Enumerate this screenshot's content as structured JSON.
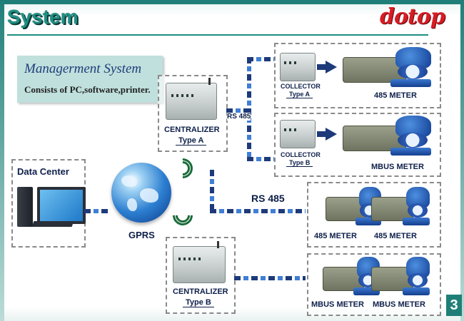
{
  "page": {
    "title": "System",
    "logo": "dotop",
    "page_number": "3"
  },
  "management": {
    "heading": "Managerment System",
    "description": "Consists of PC,software,printer."
  },
  "data_center": {
    "label": "Data Center"
  },
  "gprs": {
    "label": "GPRS"
  },
  "links": {
    "rs485_top": "RS 485",
    "rs485_mid": "RS 485"
  },
  "centralizer_a": {
    "name": "CENTRALIZER",
    "type": "Type A"
  },
  "centralizer_b": {
    "name": "CENTRALIZER",
    "type": "Type B"
  },
  "collector_a": {
    "name": "COLLECTOR",
    "type": "Type A",
    "meter_label": "485 METER"
  },
  "collector_b": {
    "name": "COLLECTOR",
    "type": "Type B",
    "meter_label": "MBUS METER"
  },
  "group_485": {
    "left_label": "485 METER",
    "right_label": "485 METER"
  },
  "group_mbus": {
    "left_label": "MBUS METER",
    "right_label": "MBUS METER"
  },
  "colors": {
    "teal": "#1e8f84",
    "navy": "#1d3a7a",
    "logo_red": "#d71c24"
  },
  "icons": [
    "globe-icon",
    "computer-icon",
    "wireless-icon",
    "centralizer-device-icon",
    "collector-device-icon",
    "water-meter-icon",
    "arrow-right-icon"
  ]
}
